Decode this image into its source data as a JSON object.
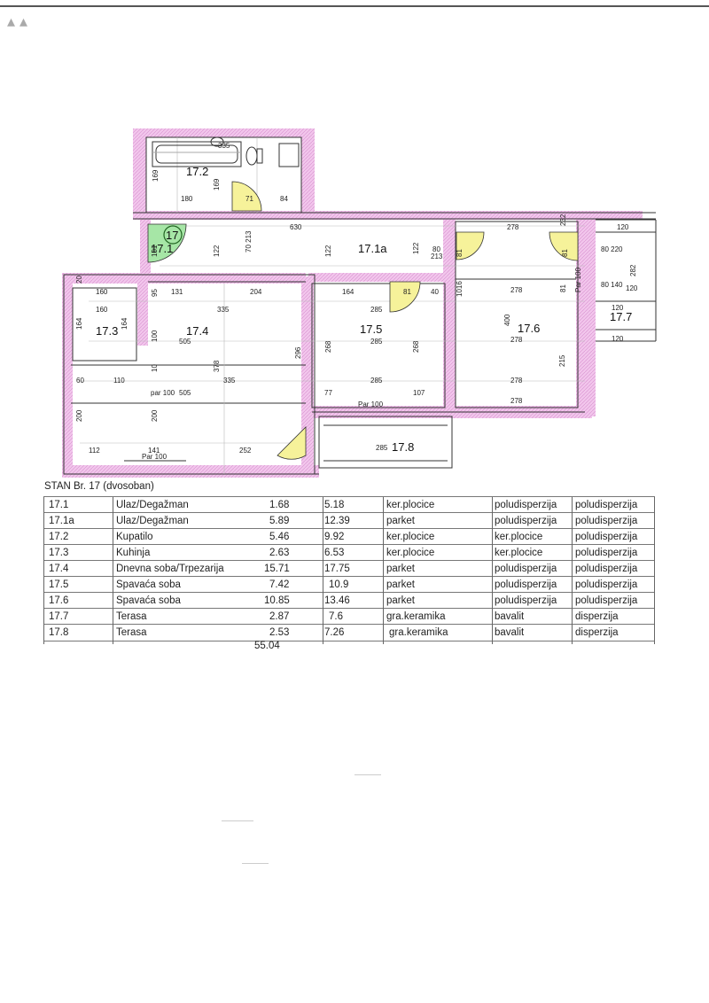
{
  "plan": {
    "rooms": {
      "r172": "17.2",
      "r171": "17.1",
      "r171a": "17.1a",
      "r173": "17.3",
      "r174": "17.4",
      "r175": "17.5",
      "r176": "17.6",
      "r177": "17.7",
      "r178": "17.8",
      "unit": "17"
    },
    "dims": {
      "d335_top": "335",
      "d169_l": "169",
      "d169_m": "169",
      "d180": "180",
      "d71": "71",
      "d84": "84",
      "d630": "630",
      "d122_a": "122",
      "d122_b": "122",
      "d122_c": "122",
      "d101": "101",
      "d278_a": "278",
      "d278_b": "278",
      "d278_c": "278",
      "d278_d": "278",
      "d278_e": "278",
      "d160_a": "160",
      "d160_b": "160",
      "d95": "95",
      "d131": "131",
      "d204": "204",
      "d164_a": "164",
      "d164_b": "164",
      "d164_c": "164",
      "d81_a": "81",
      "d81_b": "81",
      "d81_c": "81",
      "d81_d": "81",
      "d40": "40",
      "d1016": "1016",
      "d335_b": "335",
      "d285_a": "285",
      "d285_b": "285",
      "d285_c": "285",
      "d285_d": "285",
      "d400": "400",
      "d505_a": "505",
      "d505_b": "505",
      "d100_a": "100",
      "d268_a": "268",
      "d268_b": "268",
      "d296": "296",
      "d378": "378",
      "d335_c": "335",
      "d215": "215",
      "d60": "60",
      "d110": "110",
      "par100_a": "par 100",
      "par100_b": "Par 100",
      "par100_c": "Par 100",
      "par100_d": "Par 100",
      "d77": "77",
      "d107": "107",
      "d200_a": "200",
      "d200_b": "200",
      "d112": "112",
      "d141": "141",
      "d252": "252",
      "d120_a": "120",
      "d120_b": "120",
      "d120_c": "120",
      "d120_d": "120",
      "d282": "282",
      "d20": "20",
      "d232": "232",
      "door_80_213_a": "80",
      "door_80_213_b": "213",
      "door_70_213": "70 213",
      "door_80_220": "80 220",
      "door_80_140": "80 140",
      "d10": "10"
    }
  },
  "table": {
    "title": "STAN Br. 17 (dvosoban)",
    "total": "55.04",
    "rows": [
      [
        "17.1",
        "Ulaz/Degažman",
        "1.68",
        "5.18",
        "ker.plocice",
        "poludisperzija",
        "poludisperzija"
      ],
      [
        "17.1a",
        "Ulaz/Degažman",
        "5.89",
        "12.39",
        "parket",
        "poludisperzija",
        "poludisperzija"
      ],
      [
        "17.2",
        "Kupatilo",
        "5.46",
        "9.92",
        "ker.plocice",
        "ker.plocice",
        "poludisperzija"
      ],
      [
        "17.3",
        "Kuhinja",
        "2.63",
        "6.53",
        "ker.plocice",
        "ker.plocice",
        "poludisperzija"
      ],
      [
        "17.4",
        "Dnevna soba/Trpezarija",
        "15.71",
        "17.75",
        "parket",
        "poludisperzija",
        "poludisperzija"
      ],
      [
        "17.5",
        "Spavaća soba",
        "7.42",
        "10.9",
        "parket",
        "poludisperzija",
        "poludisperzija"
      ],
      [
        "17.6",
        "Spavaća soba",
        "10.85",
        "13.46",
        "parket",
        "poludisperzija",
        "poludisperzija"
      ],
      [
        "17.7",
        "Terasa",
        "2.87",
        "7.6",
        "gra.keramika",
        "bavalit",
        "disperzija"
      ],
      [
        "17.8",
        "Terasa",
        "2.53",
        "7.26",
        "gra.keramika",
        "bavalit",
        "disperzija"
      ]
    ]
  }
}
